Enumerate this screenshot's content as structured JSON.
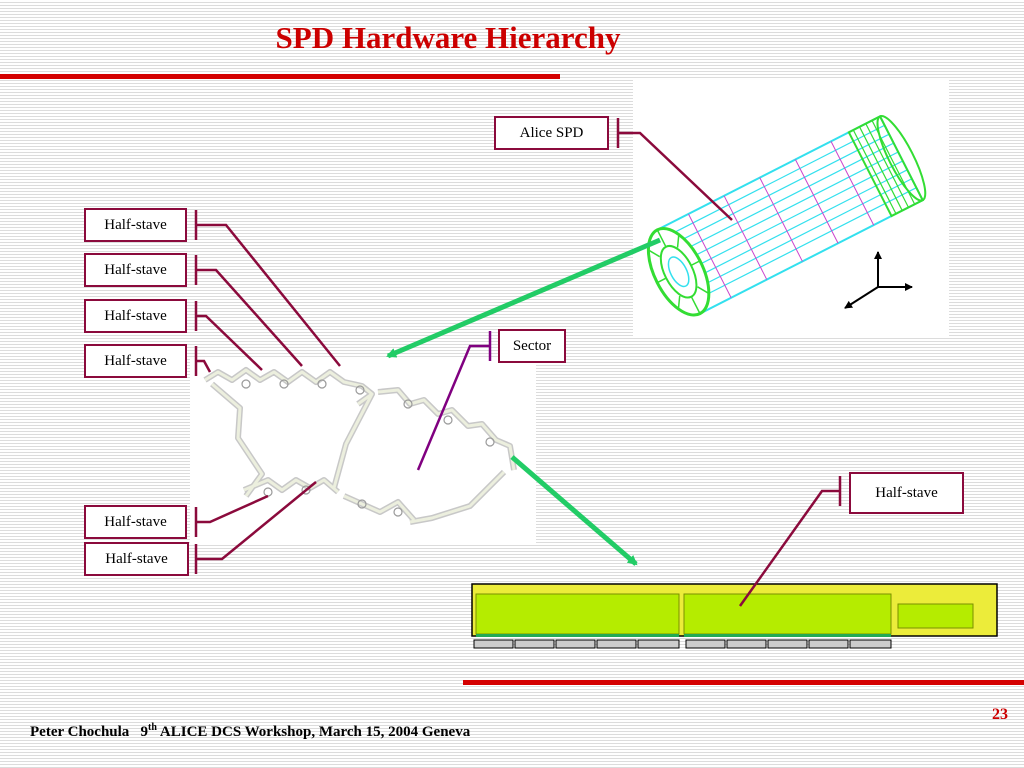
{
  "title": "SPD Hardware Hierarchy",
  "labels": {
    "alice_spd": "Alice SPD",
    "sector": "Sector",
    "half_stave": "Half-stave"
  },
  "footer": {
    "author": "Peter Chochula",
    "edition_number": "9",
    "edition_suffix": "th",
    "event": "ALICE DCS Workshop, March 15, 2004 Geneva"
  },
  "page_number": "23",
  "colors": {
    "title": "#cc0000",
    "accent_bar": "#d40000",
    "label_border": "#8b0a3c",
    "leader_line": "#8b0a3c",
    "sector_leader": "#800080",
    "arrow": "#22cc66",
    "stave_fill": "#b5ec00",
    "stave_outer": "#ecec3a",
    "barrel_green": "#33dd33",
    "barrel_cyan": "#33e0ee"
  },
  "icons": [
    "axis-triad-icon",
    "arrow-icon"
  ]
}
